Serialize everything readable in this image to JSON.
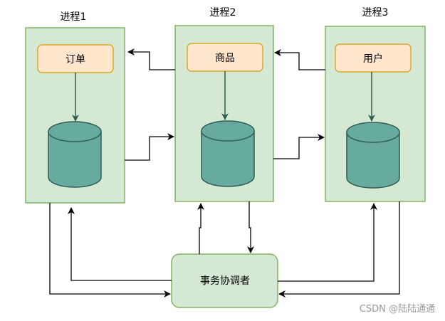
{
  "processes": [
    {
      "title": "进程1",
      "module": "订单"
    },
    {
      "title": "进程2",
      "module": "商品"
    },
    {
      "title": "进程3",
      "module": "用户"
    }
  ],
  "coordinator": "事务协调者",
  "watermark": "CSDN @陆陆通通",
  "colors": {
    "panel_fill": "#d5e8d4",
    "panel_stroke": "#82b366",
    "module_fill": "#ffe6cc",
    "module_stroke": "#d79b00",
    "db_fill": "#67ab9f",
    "db_stroke": "#2f5d52",
    "arrow": "#000000",
    "db_arrow": "#2f5d52"
  }
}
